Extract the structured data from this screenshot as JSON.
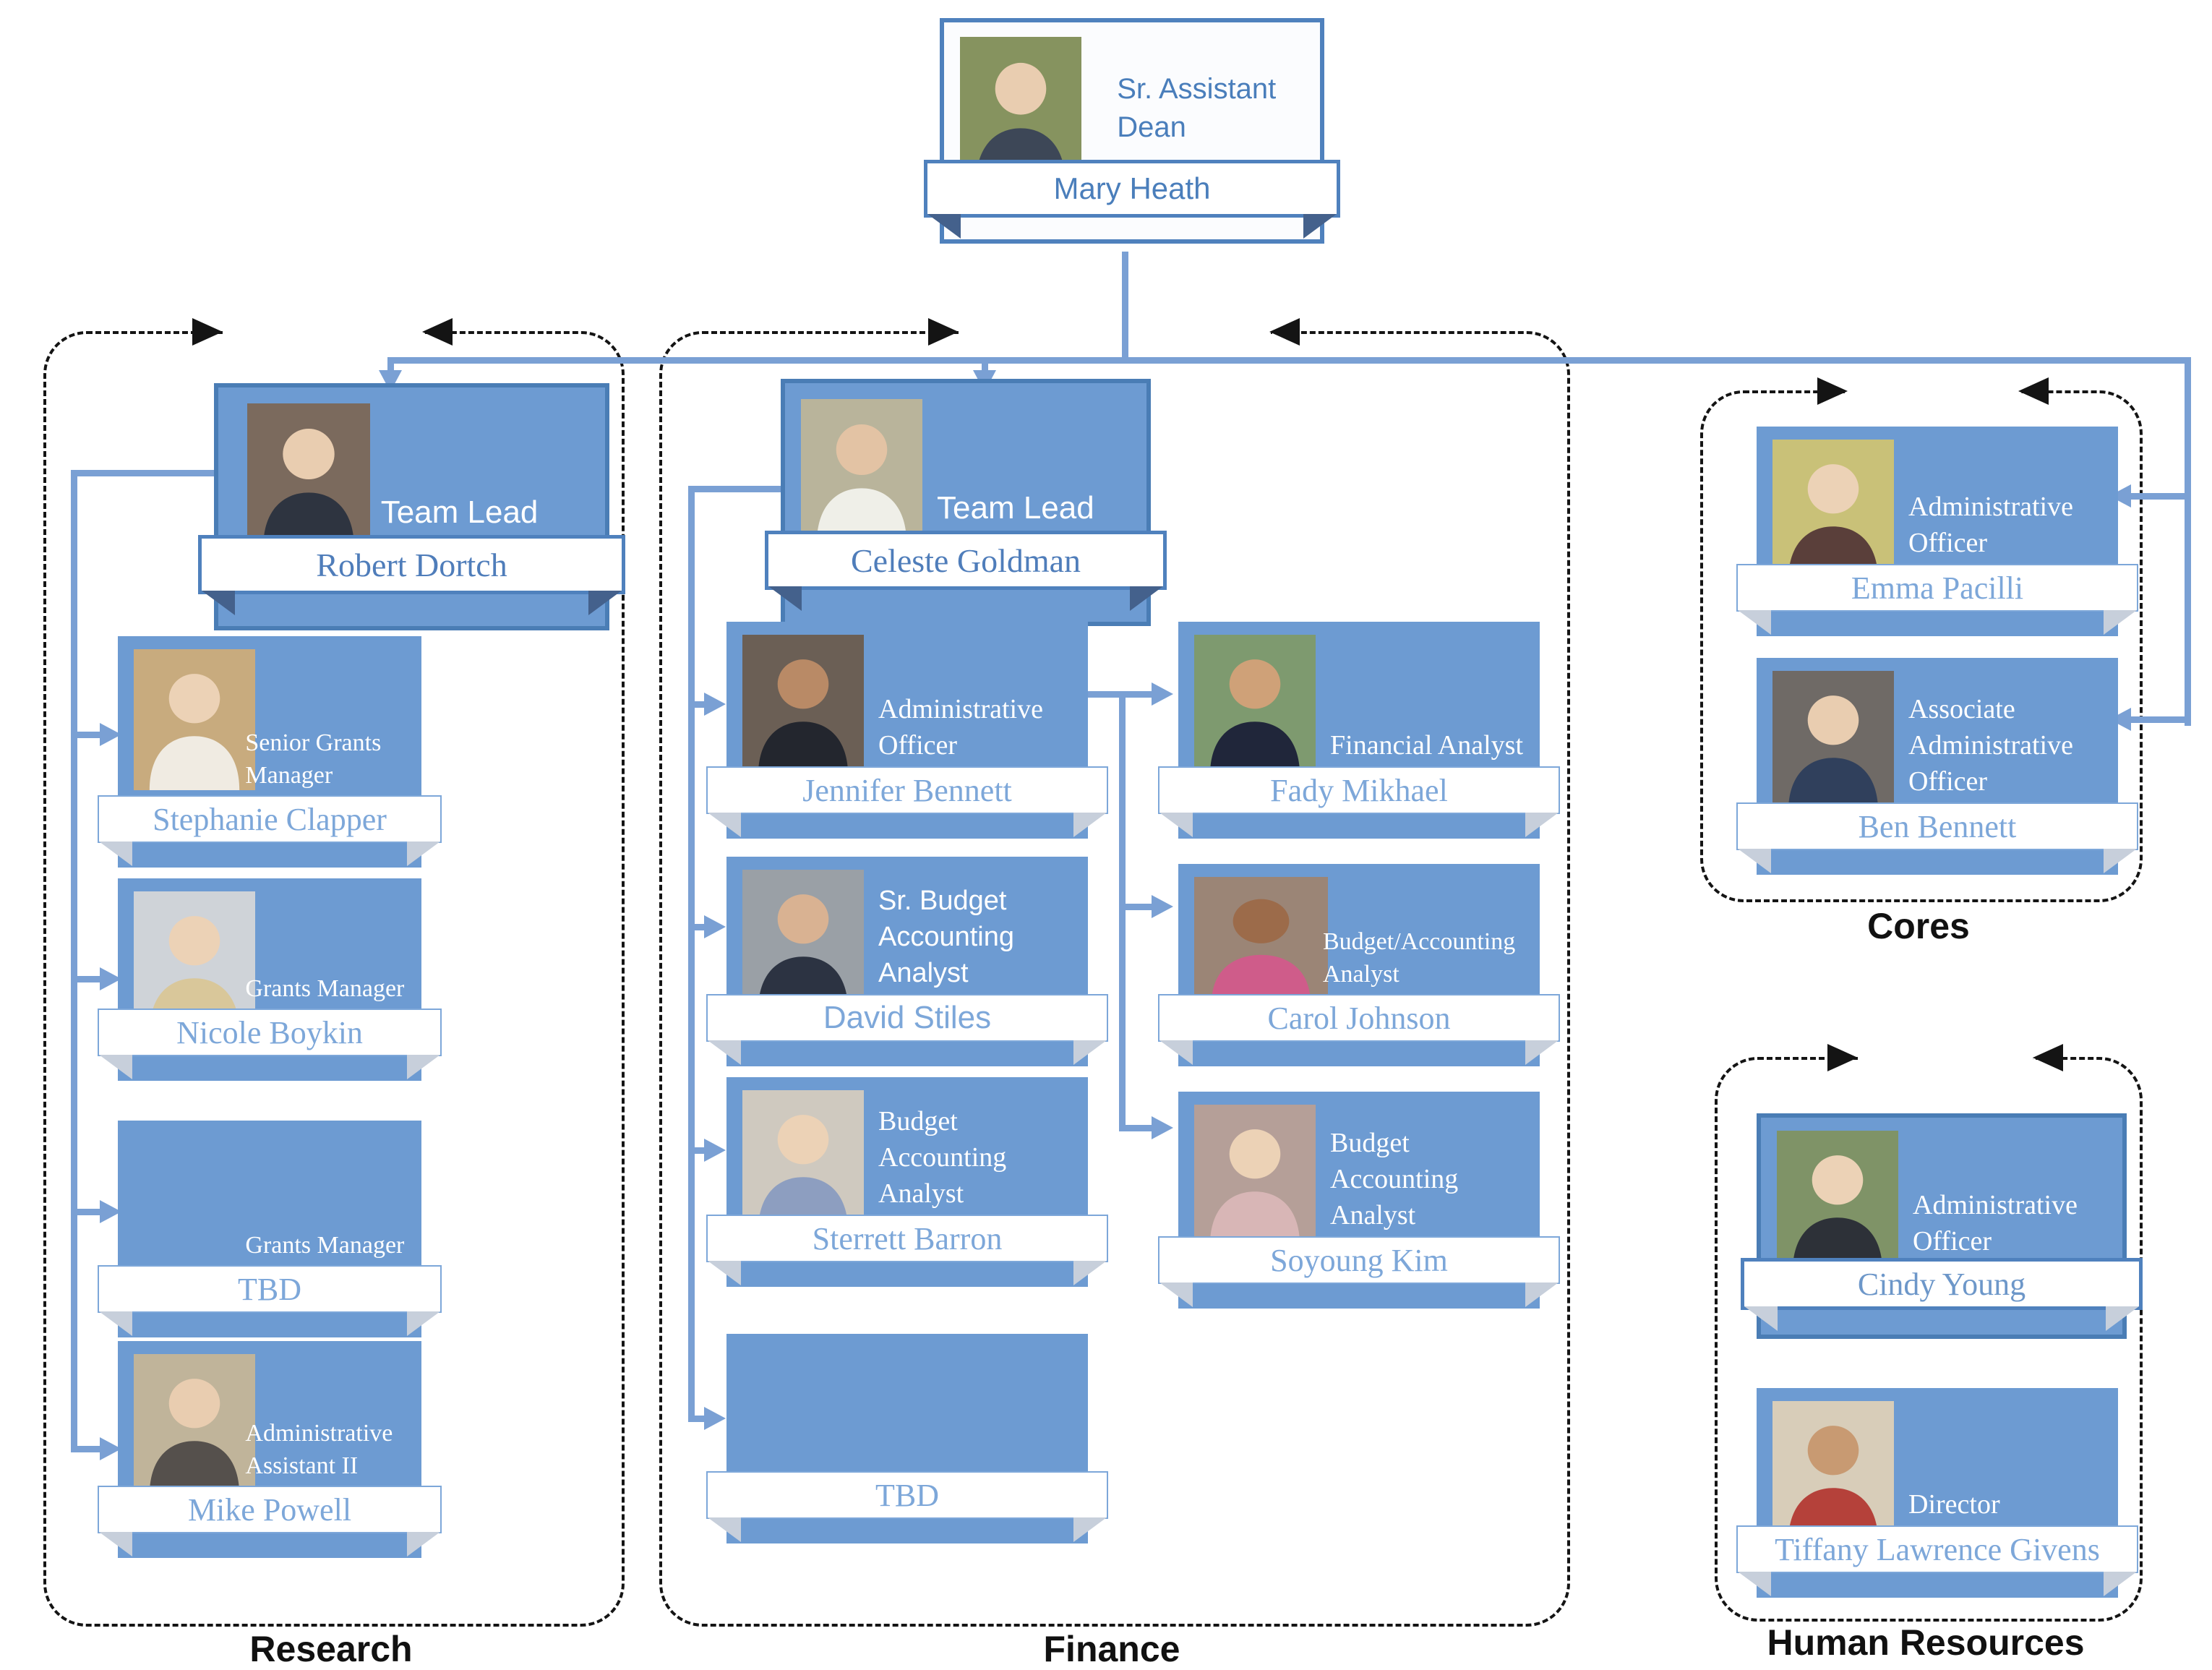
{
  "colors": {
    "box_blue": "#6d9bd2",
    "border_blue": "#4a7db5",
    "connector_blue": "#7aa0d4",
    "name_text_blue": "#7da7d9",
    "root_text_blue": "#4a7ebb",
    "dashed_black": "#141414"
  },
  "root": {
    "title": "Sr. Assistant Dean",
    "name": "Mary Heath"
  },
  "sections": {
    "research": {
      "label": "Research",
      "lead": {
        "title": "Team Lead",
        "name": "Robert Dortch"
      },
      "members": [
        {
          "title": "Senior Grants Manager",
          "name": "Stephanie Clapper"
        },
        {
          "title": "Grants Manager",
          "name": "Nicole Boykin"
        },
        {
          "title": "Grants Manager",
          "name": "TBD"
        },
        {
          "title": "Administrative Assistant II",
          "name": "Mike Powell"
        }
      ]
    },
    "finance": {
      "label": "Finance",
      "lead": {
        "title": "Team Lead",
        "name": "Celeste Goldman"
      },
      "left_members": [
        {
          "title": "Administrative Officer",
          "name": "Jennifer Bennett"
        },
        {
          "title": "Sr. Budget Accounting Analyst",
          "name": "David Stiles"
        },
        {
          "title": "Budget Accounting Analyst",
          "name": "Sterrett Barron"
        },
        {
          "title": "",
          "name": "TBD"
        }
      ],
      "right_members": [
        {
          "title": "Financial Analyst",
          "name": "Fady Mikhael"
        },
        {
          "title": "Budget/Accounting Analyst",
          "name": "Carol Johnson"
        },
        {
          "title": "Budget Accounting Analyst",
          "name": "Soyoung Kim"
        }
      ]
    },
    "cores": {
      "label": "Cores",
      "members": [
        {
          "title": "Administrative Officer",
          "name": "Emma Pacilli"
        },
        {
          "title": "Associate Administrative Officer",
          "name": "Ben Bennett"
        }
      ]
    },
    "hr": {
      "label": "Human Resources",
      "members": [
        {
          "title": "Administrative Officer",
          "name": "Cindy Young"
        },
        {
          "title": "Director",
          "name": "Tiffany Lawrence Givens"
        }
      ]
    }
  }
}
